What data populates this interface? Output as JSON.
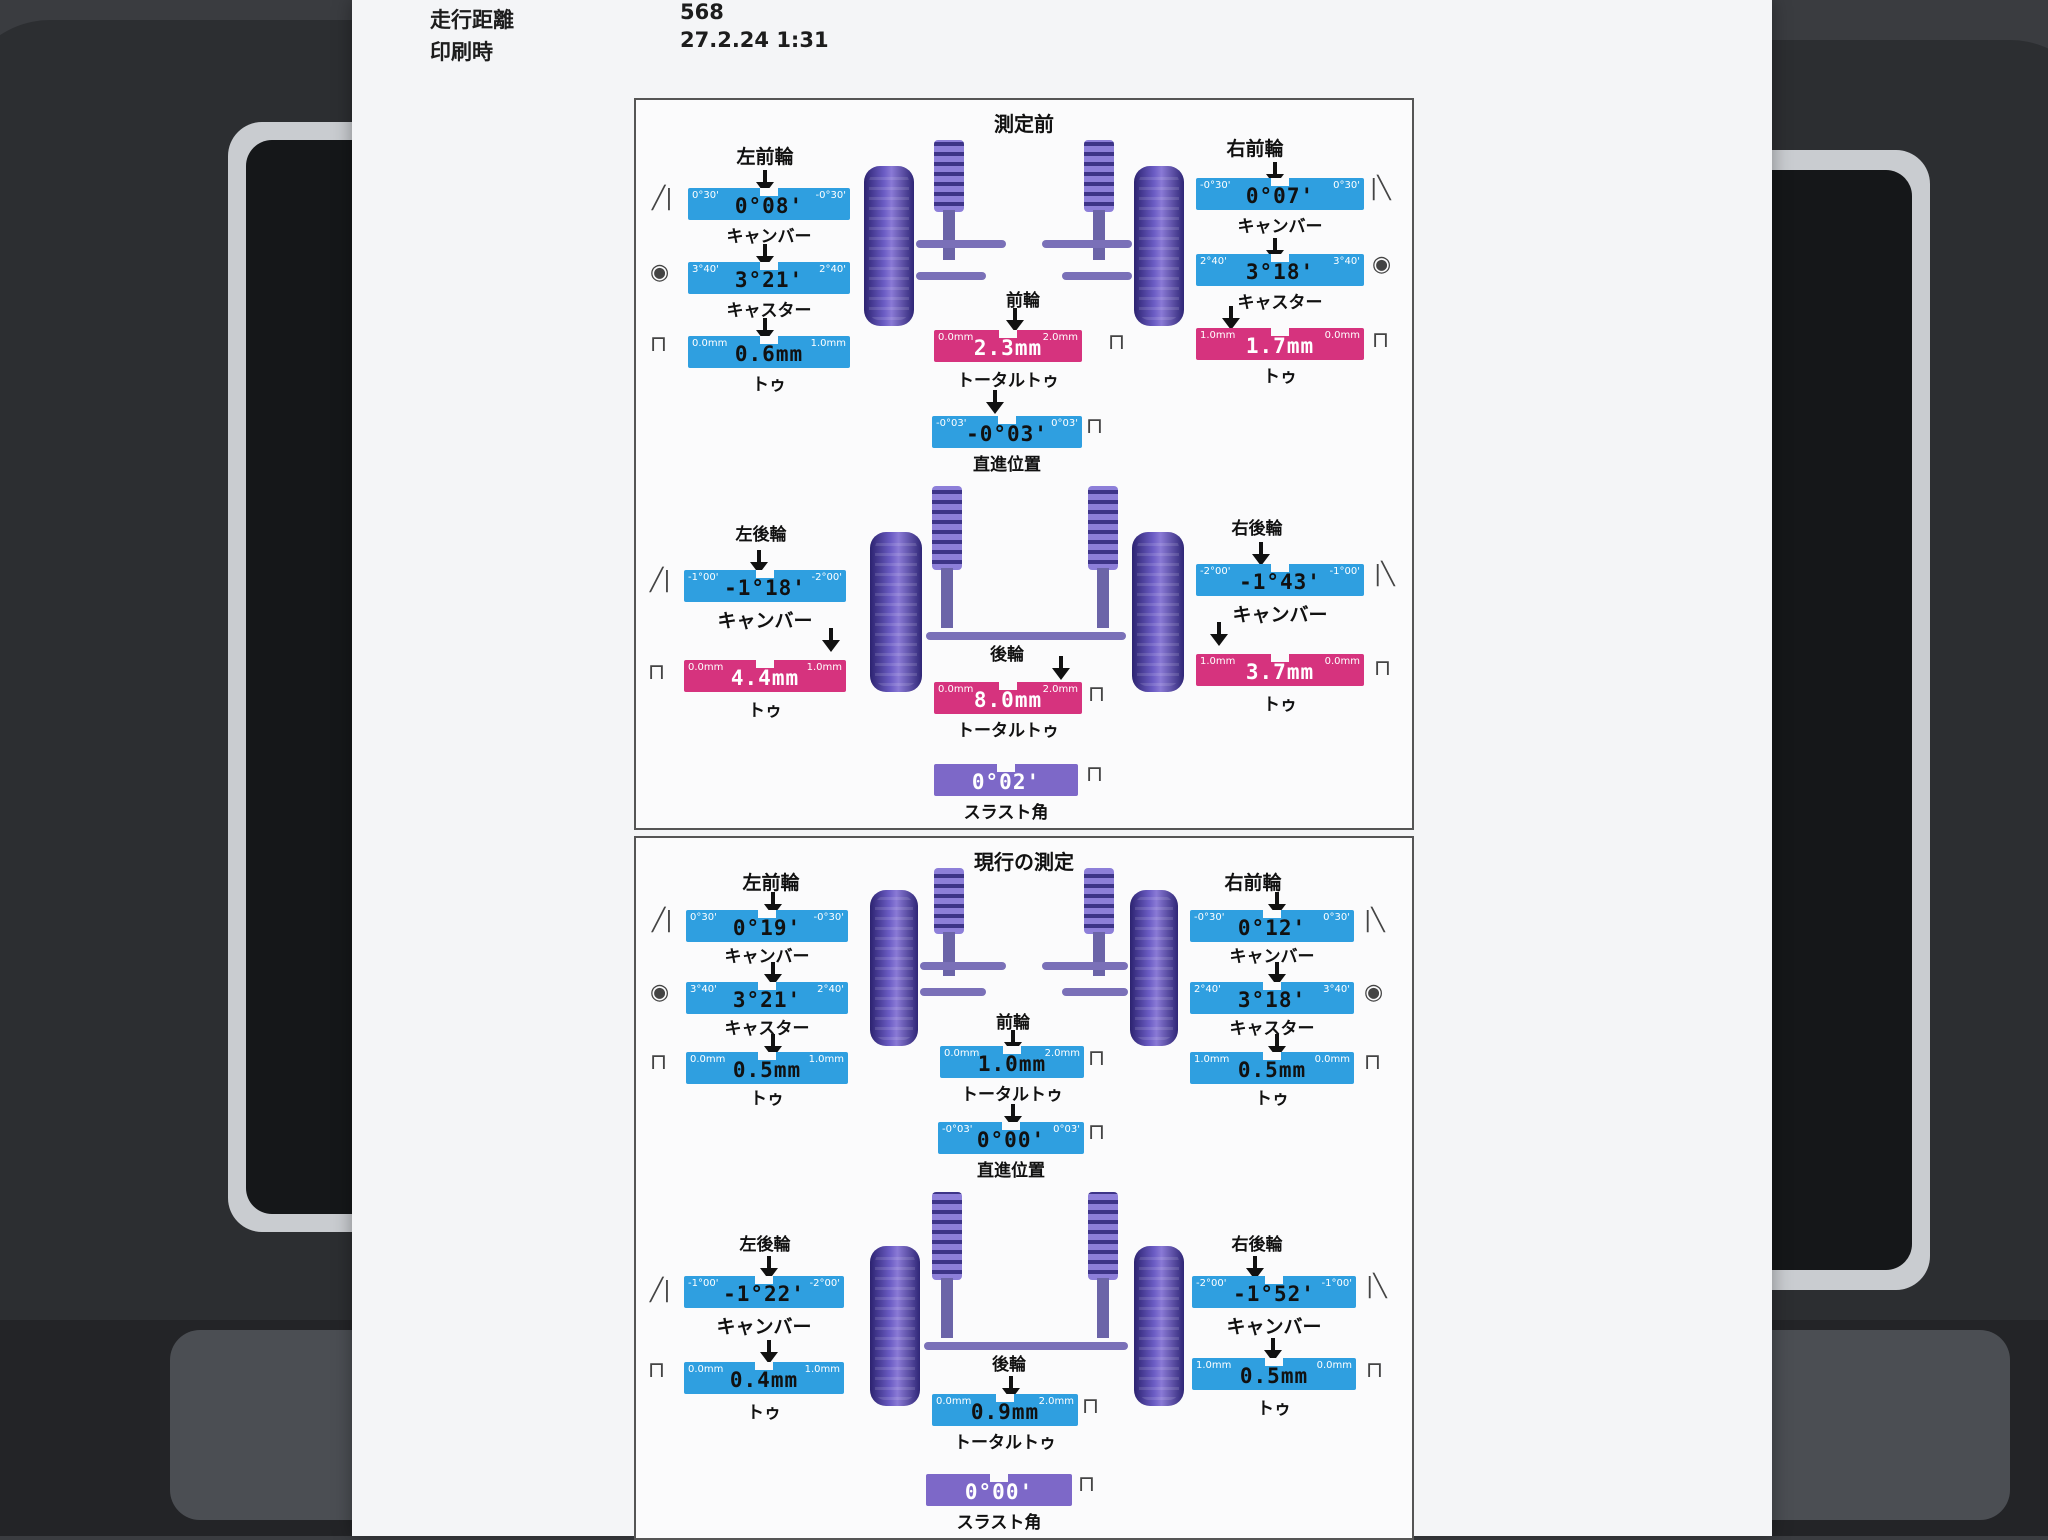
{
  "header": {
    "mileage_label": "走行距離",
    "mileage_value": "568",
    "print_label": "印刷時",
    "print_value": "27.2.24  1:31"
  },
  "labels": {
    "camber": "キャンバー",
    "caster": "キャスター",
    "toe": "トゥ",
    "total_toe": "トータルトゥ",
    "straight": "直進位置",
    "thrust": "スラスト角",
    "front_axle": "前輪",
    "rear_axle": "後輪",
    "left_front": "左前輪",
    "right_front": "右前輪",
    "left_rear": "左後輪",
    "right_rear": "右後輪"
  },
  "before": {
    "title": "測定前",
    "lf_camber": {
      "value": "0°08'",
      "lo": "0°30'",
      "hi": "-0°30'"
    },
    "lf_caster": {
      "value": "3°21'",
      "lo": "3°40'",
      "hi": "2°40'"
    },
    "lf_toe": {
      "value": "0.6mm",
      "lo": "0.0mm",
      "hi": "1.0mm"
    },
    "rf_camber": {
      "value": "0°07'",
      "lo": "-0°30'",
      "hi": "0°30'"
    },
    "rf_caster": {
      "value": "3°18'",
      "lo": "2°40'",
      "hi": "3°40'"
    },
    "rf_toe": {
      "value": "1.7mm",
      "lo": "1.0mm",
      "hi": "0.0mm"
    },
    "front_total_toe": {
      "value": "2.3mm",
      "lo": "0.0mm",
      "hi": "2.0mm"
    },
    "straight": {
      "value": "-0°03'",
      "lo": "-0°03'",
      "hi": "0°03'"
    },
    "lr_camber": {
      "value": "-1°18'",
      "lo": "-1°00'",
      "hi": "-2°00'"
    },
    "rr_camber": {
      "value": "-1°43'",
      "lo": "-2°00'",
      "hi": "-1°00'"
    },
    "lr_toe": {
      "value": "4.4mm",
      "lo": "0.0mm",
      "hi": "1.0mm"
    },
    "rr_toe": {
      "value": "3.7mm",
      "lo": "1.0mm",
      "hi": "0.0mm"
    },
    "rear_total_toe": {
      "value": "8.0mm",
      "lo": "0.0mm",
      "hi": "2.0mm"
    },
    "thrust": {
      "value": "0°02'"
    }
  },
  "current": {
    "title": "現行の測定",
    "lf_camber": {
      "value": "0°19'",
      "lo": "0°30'",
      "hi": "-0°30'"
    },
    "lf_caster": {
      "value": "3°21'",
      "lo": "3°40'",
      "hi": "2°40'"
    },
    "lf_toe": {
      "value": "0.5mm",
      "lo": "0.0mm",
      "hi": "1.0mm"
    },
    "rf_camber": {
      "value": "0°12'",
      "lo": "-0°30'",
      "hi": "0°30'"
    },
    "rf_caster": {
      "value": "3°18'",
      "lo": "2°40'",
      "hi": "3°40'"
    },
    "rf_toe": {
      "value": "0.5mm",
      "lo": "1.0mm",
      "hi": "0.0mm"
    },
    "front_total_toe": {
      "value": "1.0mm",
      "lo": "0.0mm",
      "hi": "2.0mm"
    },
    "straight": {
      "value": "0°00'",
      "lo": "-0°03'",
      "hi": "0°03'"
    },
    "lr_camber": {
      "value": "-1°22'",
      "lo": "-1°00'",
      "hi": "-2°00'"
    },
    "rr_camber": {
      "value": "-1°52'",
      "lo": "-2°00'",
      "hi": "-1°00'"
    },
    "lr_toe": {
      "value": "0.4mm",
      "lo": "0.0mm",
      "hi": "1.0mm"
    },
    "rr_toe": {
      "value": "0.5mm",
      "lo": "1.0mm",
      "hi": "0.0mm"
    },
    "rear_total_toe": {
      "value": "0.9mm",
      "lo": "0.0mm",
      "hi": "2.0mm"
    },
    "thrust": {
      "value": "0°00'"
    }
  }
}
